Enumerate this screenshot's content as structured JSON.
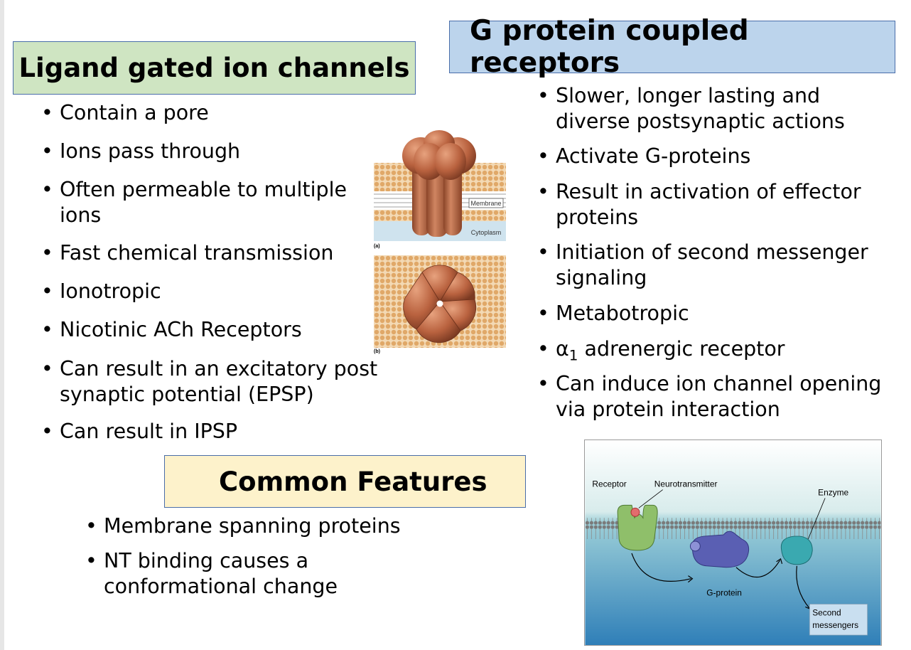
{
  "lgic": {
    "title": "Ligand gated ion channels",
    "items": [
      {
        "text": "Contain a pore"
      },
      {
        "text": "Ions pass through"
      },
      {
        "text": "Often permeable to multiple ions"
      },
      {
        "text": "Fast chemical transmission"
      },
      {
        "text": "Ionotropic"
      },
      {
        "text": "Nicotinic ACh Receptors"
      },
      {
        "text": "Can result in an excitatory post synaptic potential (EPSP)"
      },
      {
        "text": "Can result in IPSP"
      }
    ]
  },
  "gpcr": {
    "title": "G protein coupled receptors",
    "items": [
      {
        "text": "Slower, longer lasting and diverse postsynaptic actions"
      },
      {
        "text": "Activate G-proteins"
      },
      {
        "text": "Result in activation of effector proteins"
      },
      {
        "text": "Initiation of second messenger signaling"
      },
      {
        "text": "Metabotropic"
      },
      {
        "greek": "α",
        "subscript": "1",
        "rest": " adrenergic receptor"
      },
      {
        "text": "Can induce ion channel opening via protein interaction"
      }
    ]
  },
  "common": {
    "title": "Common Features",
    "items": [
      {
        "text": "Membrane spanning proteins"
      },
      {
        "text": "NT binding causes a conformational change"
      }
    ]
  },
  "channel_figure": {
    "membrane_label": "Membrane",
    "cytoplasm_label": "Cytoplasm",
    "panel_a": "(a)",
    "panel_b": "(b)",
    "colors": {
      "protein": "#b9623f",
      "lipid": "#e8b97e",
      "cytoplasm": "#cfe3ee"
    }
  },
  "gprotein_figure": {
    "receptor_label": "Receptor",
    "neurotransmitter_label": "Neurotransmitter",
    "enzyme_label": "Enzyme",
    "gprotein_label": "G-protein",
    "second_messengers_label_1": "Second",
    "second_messengers_label_2": "messengers",
    "colors": {
      "receptor": "#8fbf6a",
      "gprotein": "#5a5fb3",
      "enzyme": "#3aa9b0",
      "nt": "#e26d6d",
      "outside": "#cfe6e8",
      "inside": "#5e9ccf"
    }
  }
}
